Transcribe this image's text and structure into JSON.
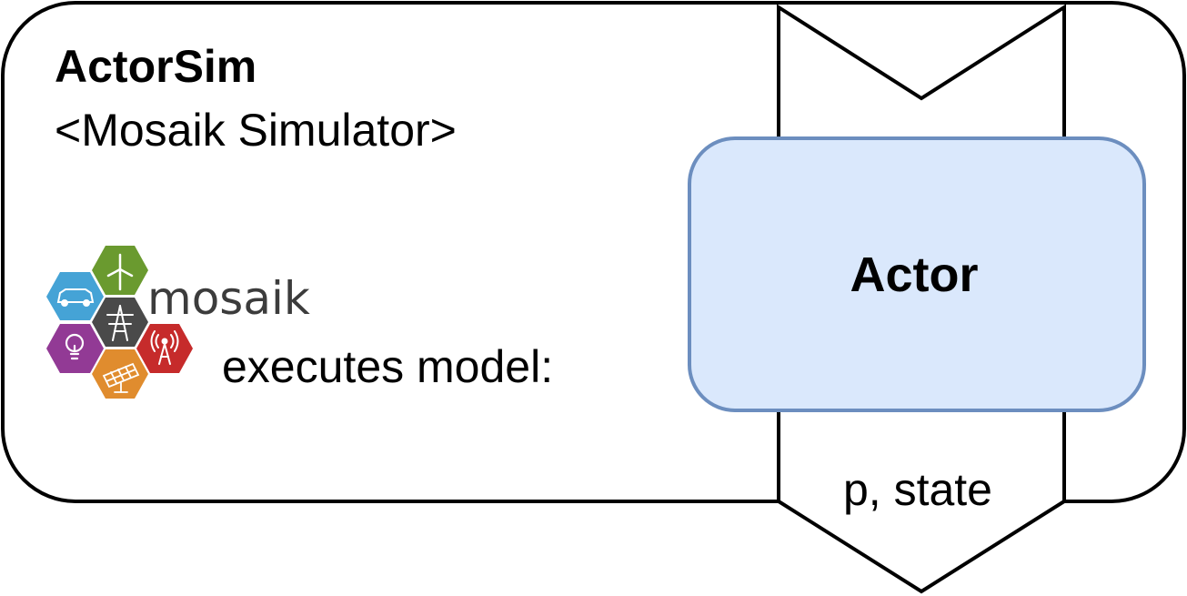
{
  "simulator": {
    "title": "ActorSim",
    "subtitle": "<Mosaik Simulator>",
    "description": "executes model:"
  },
  "logo": {
    "wordmark": "mosaik",
    "icons": [
      "car-icon",
      "wind-turbine-icon",
      "power-tower-icon",
      "lightbulb-icon",
      "antenna-icon",
      "solar-panel-icon"
    ],
    "colors": {
      "blue": "#45a3d6",
      "green": "#6a9a2f",
      "gray": "#4a4a4a",
      "purple": "#923a95",
      "red": "#c62b2b",
      "orange": "#e08c2e"
    }
  },
  "actor": {
    "label": "Actor",
    "fill": "#dae8fc",
    "stroke": "#6c8ebf"
  },
  "arrow": {
    "output_label": "p, state"
  }
}
